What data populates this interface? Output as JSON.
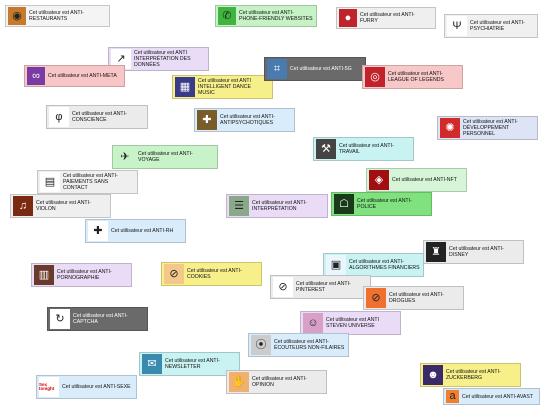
{
  "userboxes": [
    {
      "id": "restaurants",
      "text": "Cet utilisateur est ANTI-RESTAURANTS",
      "icon": "food-icon",
      "bg": "#f4f4f4"
    },
    {
      "id": "phone",
      "text": "Cet utilisateur est ANTI-PHONE-FRIENDLY WEBSITES",
      "icon": "phone-icon",
      "bg": "#c6f2c6"
    },
    {
      "id": "furry",
      "text": "Cet utilisateur est ANTI-FURRY",
      "icon": "furry-icon",
      "bg": "#efefef"
    },
    {
      "id": "psychiatrie",
      "text": "Cet utilisateur est ANTI-PSYCHIATRIE",
      "icon": "psi-icon",
      "bg": "#f0f0f0"
    },
    {
      "id": "interpretation-donnees",
      "text": "Cet utilisateur est ANTI INTERPRÉTATION DES DONNÉES",
      "icon": "chart-icon",
      "bg": "#e8dcf6"
    },
    {
      "id": "meta",
      "text": "Cet utilisateur est ANTI-META",
      "icon": "meta-icon",
      "bg": "#f8c6c6"
    },
    {
      "id": "idm",
      "text": "Cet utilisateur est ANTI INTELLIGENT DANCE MUSIC",
      "icon": "keyboard-icon",
      "bg": "#f7ef8a"
    },
    {
      "id": "5g",
      "text": "Cet utilisateur est ANTI-5G",
      "icon": "antenna-icon",
      "bg": "#6a6a6a"
    },
    {
      "id": "lol",
      "text": "Cet utilisateur est ANTI-LEAGUE OF LEGENDS",
      "icon": "lol-icon",
      "bg": "#f8c8c8"
    },
    {
      "id": "conscience",
      "text": "Cet utilisateur est ANTI-CONSCIENCE",
      "icon": "phi-icon",
      "bg": "#ebebeb"
    },
    {
      "id": "antipsychotiques",
      "text": "Cet utilisateur est ANTI-ANTIPSYCHOTIQUES",
      "icon": "pills-icon",
      "bg": "#d9ecfb"
    },
    {
      "id": "developpement",
      "text": "Cet utilisateur est ANTI-DÉVELOPPEMENT PERSONNEL",
      "icon": "sun-icon",
      "bg": "#dde4f6"
    },
    {
      "id": "voyage",
      "text": "Cet utilisateur est ANTI-VOYAGE",
      "icon": "plane-icon",
      "bg": "#c8f2c8"
    },
    {
      "id": "travail",
      "text": "Cet utilisateur est ANTI-TRAVAIL",
      "icon": "work-icon",
      "bg": "#c9f2f2"
    },
    {
      "id": "nft",
      "text": "Cet utilisateur est ANTI-NFT",
      "icon": "nft-icon",
      "bg": "#d6f4d6"
    },
    {
      "id": "paiements",
      "text": "Cet utilisateur est ANTI-PAIEMENTS SANS CONTACT",
      "icon": "card-icon",
      "bg": "#efefef"
    },
    {
      "id": "violon",
      "text": "Cet utilisateur est ANTI-VIOLON",
      "icon": "violin-icon",
      "bg": "#efefef"
    },
    {
      "id": "interpretation",
      "text": "Cet utilisateur est ANTI-INTERPRÉTATION",
      "icon": "people-icon",
      "bg": "#eadcf6"
    },
    {
      "id": "police",
      "text": "Cet utilisateur est ANTI-POLICE",
      "icon": "police-icon",
      "bg": "#7fe27f"
    },
    {
      "id": "rh",
      "text": "Cet utilisateur est ANTI-RH",
      "icon": "rh-icon",
      "bg": "#d9ecfb"
    },
    {
      "id": "disney",
      "text": "Cet utilisateur est ANTI-DISNEY",
      "icon": "castle-icon",
      "bg": "#ebebeb"
    },
    {
      "id": "algorithmes",
      "text": "Cet utilisateur est ANTI-ALGORITHMES FINANCIERS",
      "icon": "screen-icon",
      "bg": "#c9f2f2"
    },
    {
      "id": "pornographie",
      "text": "Cet utilisateur est ANTI-PORNOGRAPHIE",
      "icon": "collage-icon",
      "bg": "#eadcf6"
    },
    {
      "id": "cookies",
      "text": "Cet utilisateur est ANTI-COOKIES",
      "icon": "no-cookie-icon",
      "bg": "#f7ef8a"
    },
    {
      "id": "pinterest",
      "text": "Cet utilisateur est ANTI-PINTEREST",
      "icon": "no-pinterest-icon",
      "bg": "#ebebeb"
    },
    {
      "id": "drogues",
      "text": "Cet utilisateur est ANTI-DROGUES",
      "icon": "no-drug-icon",
      "bg": "#ebebeb"
    },
    {
      "id": "captcha",
      "text": "Cet utilisateur est ANTI-CAPTCHA",
      "icon": "captcha-icon",
      "bg": "#6a6a6a"
    },
    {
      "id": "steven",
      "text": "Cet utilisateur est ANTI STEVEN UNIVERSE",
      "icon": "cartoon-icon",
      "bg": "#eadcf6"
    },
    {
      "id": "ecouteurs",
      "text": "Cet utilisateur est ANTI-ÉCOUTEURS NON-FILAIRES",
      "icon": "earbuds-icon",
      "bg": "#d9ecfb"
    },
    {
      "id": "newsletter",
      "text": "Cet utilisateur est ANTI-NEWSLETTER",
      "icon": "mail-icon",
      "bg": "#c9f2f2"
    },
    {
      "id": "opinion",
      "text": "Cet utilisateur est ANTI-OPINION",
      "icon": "hand-icon",
      "bg": "#ebebeb"
    },
    {
      "id": "zuckerberg",
      "text": "Cet utilisateur est ANTI-ZUCKERBERG",
      "icon": "face-icon",
      "bg": "#f7ef8a"
    },
    {
      "id": "sexe",
      "text": "Cet utilisateur est ANTI-SEXE",
      "icon": "sex-icon",
      "bg": "#d9ecfb",
      "icon_text": "Sex tonight"
    },
    {
      "id": "avast",
      "text": "Cet utilisateur est ANTI-AVAST",
      "icon": "avast-icon",
      "bg": "#d9ecfb"
    }
  ]
}
